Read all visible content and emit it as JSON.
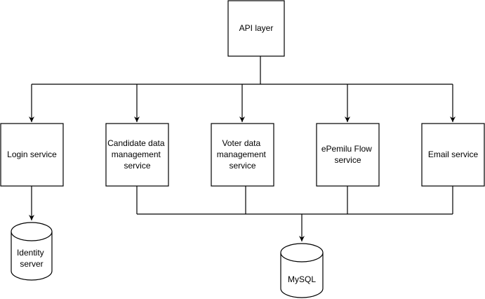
{
  "nodes": {
    "api": {
      "lines": [
        "API layer"
      ]
    },
    "login": {
      "lines": [
        "Login service"
      ]
    },
    "candidate": {
      "lines": [
        "Candidate data",
        "management",
        "service"
      ]
    },
    "voter": {
      "lines": [
        "Voter data",
        "management",
        "service"
      ]
    },
    "flow": {
      "lines": [
        "ePemilu Flow",
        "service"
      ]
    },
    "email": {
      "lines": [
        "Email service"
      ]
    },
    "identity": {
      "lines": [
        "Identity",
        "server"
      ]
    },
    "mysql": {
      "lines": [
        "MySQL"
      ]
    }
  },
  "edges": [
    {
      "from": "api",
      "to": "login"
    },
    {
      "from": "api",
      "to": "candidate"
    },
    {
      "from": "api",
      "to": "voter"
    },
    {
      "from": "api",
      "to": "flow"
    },
    {
      "from": "api",
      "to": "email"
    },
    {
      "from": "login",
      "to": "identity"
    },
    {
      "from": "candidate",
      "to": "mysql"
    },
    {
      "from": "voter",
      "to": "mysql"
    },
    {
      "from": "flow",
      "to": "mysql"
    },
    {
      "from": "email",
      "to": "mysql"
    }
  ]
}
